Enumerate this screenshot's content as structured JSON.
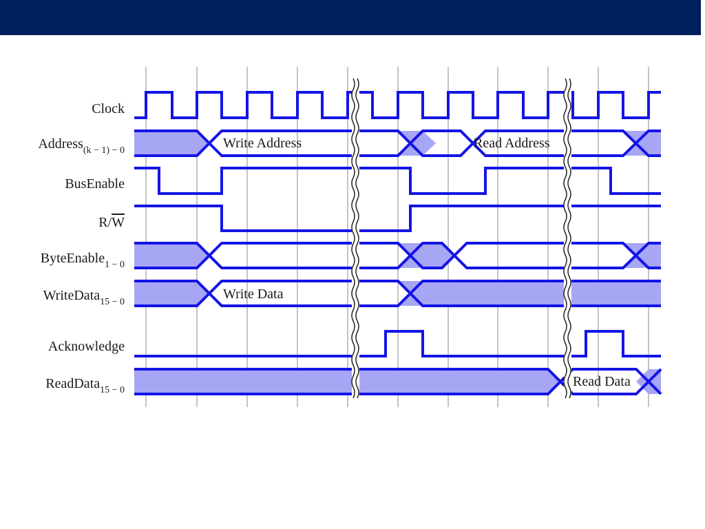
{
  "colors": {
    "header": "#00205e",
    "wave": "#1414e6",
    "fill": "#a6a6f5",
    "grid": "#c4c4c4"
  },
  "signals": [
    {
      "id": "clock",
      "name": "Clock",
      "sub": ""
    },
    {
      "id": "address",
      "name": "Address",
      "sub": "(k − 1) − 0"
    },
    {
      "id": "busenable",
      "name": "BusEnable",
      "sub": ""
    },
    {
      "id": "rw",
      "name": "R/",
      "overbar": "W",
      "sub": ""
    },
    {
      "id": "byteenable",
      "name": "ByteEnable",
      "sub": "1 − 0"
    },
    {
      "id": "writedata",
      "name": "WriteData",
      "sub": "15 − 0"
    },
    {
      "id": "acknowledge",
      "name": "Acknowledge",
      "sub": ""
    },
    {
      "id": "readdata",
      "name": "ReadData",
      "sub": "15 − 0"
    }
  ],
  "bus_labels": {
    "write_address": "Write Address",
    "read_address": "Read Address",
    "write_data": "Write Data",
    "read_data": "Read Data"
  }
}
